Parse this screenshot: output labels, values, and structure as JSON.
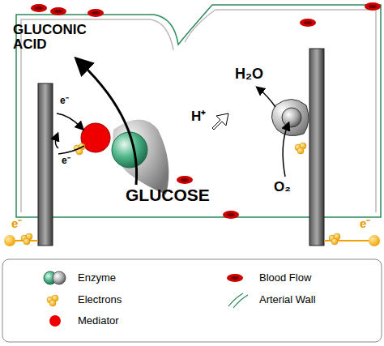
{
  "diagram": {
    "labels": [
      "GLUCONIC ACID",
      "e⁻",
      "e⁻",
      "e⁻",
      "GLUCOSE",
      "H⁺",
      "H₂O",
      "O₂",
      "e⁻"
    ],
    "legend": [
      {
        "text": "Enzyme"
      },
      {
        "text": "Electrons"
      },
      {
        "text": "Mediator"
      },
      {
        "text": "Blood Flow"
      },
      {
        "text": "Arterial Wall"
      }
    ]
  }
}
